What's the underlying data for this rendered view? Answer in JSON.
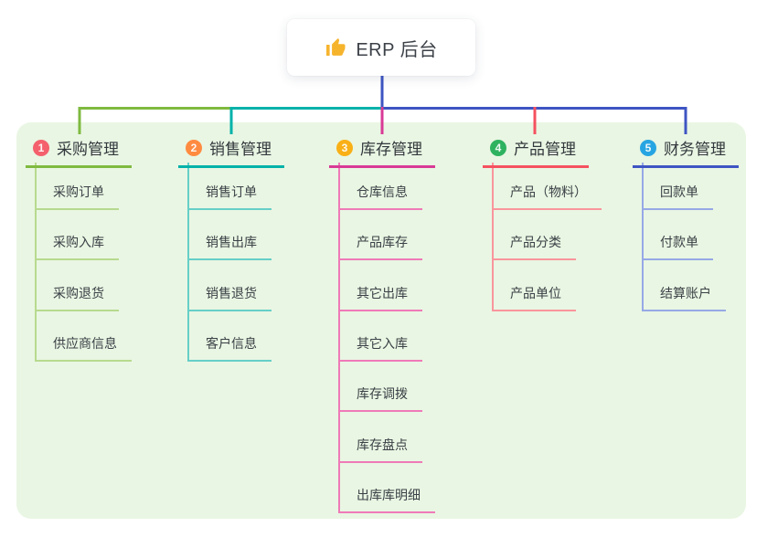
{
  "root": {
    "icon": "thumbs-up-icon",
    "label": "ERP 后台"
  },
  "canvas": {
    "panel_bg": "#e9f6e3",
    "page_bg": "#ffffff",
    "root_stem_color": "#3e55c3"
  },
  "branches": [
    {
      "badge": "1",
      "title": "采购管理",
      "badge_color": "#f4606c",
      "line_color": "#7fba40",
      "child_line_color": "#b7da8f",
      "children": [
        "采购订单",
        "采购入库",
        "采购退货",
        "供应商信息"
      ]
    },
    {
      "badge": "2",
      "title": "销售管理",
      "badge_color": "#ff8b40",
      "line_color": "#00b2a9",
      "child_line_color": "#66cfc8",
      "children": [
        "销售订单",
        "销售出库",
        "销售退货",
        "客户信息"
      ]
    },
    {
      "badge": "3",
      "title": "库存管理",
      "badge_color": "#f9b017",
      "line_color": "#d93a96",
      "child_line_color": "#ef7ab8",
      "children": [
        "仓库信息",
        "产品库存",
        "其它出库",
        "其它入库",
        "库存调拨",
        "库存盘点",
        "出库库明细"
      ]
    },
    {
      "badge": "4",
      "title": "产品管理",
      "badge_color": "#2eb25f",
      "line_color": "#f5515f",
      "child_line_color": "#f9959c",
      "children": [
        "产品（物料）",
        "产品分类",
        "产品单位"
      ]
    },
    {
      "badge": "5",
      "title": "财务管理",
      "badge_color": "#27a5e2",
      "line_color": "#3e55c3",
      "child_line_color": "#96a8e6",
      "children": [
        "回款单",
        "付款单",
        "结算账户"
      ]
    }
  ]
}
